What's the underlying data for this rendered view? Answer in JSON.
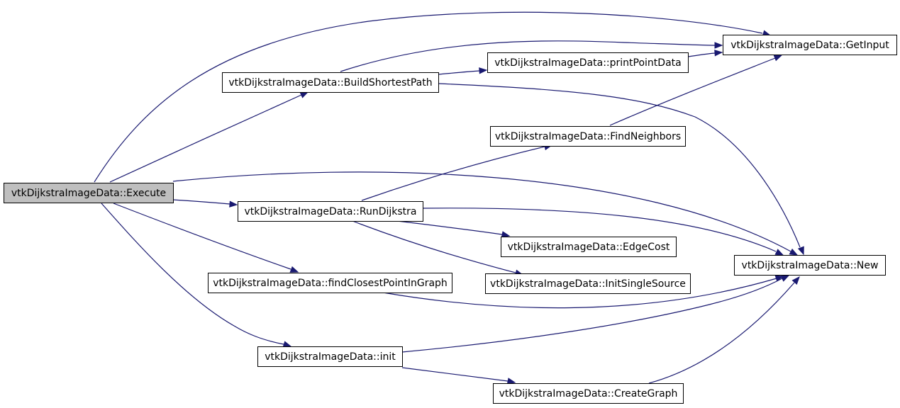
{
  "diagram": {
    "colors": {
      "edge": "#191970",
      "node_fill": "#ffffff",
      "root_fill": "#bfbfbf",
      "border": "#000000"
    },
    "nodes": [
      {
        "id": "execute",
        "label": "vtkDijkstraImageData::Execute",
        "root": true
      },
      {
        "id": "build",
        "label": "vtkDijkstraImageData::BuildShortestPath"
      },
      {
        "id": "print",
        "label": "vtkDijkstraImageData::printPointData"
      },
      {
        "id": "getinput",
        "label": "vtkDijkstraImageData::GetInput"
      },
      {
        "id": "findneighbors",
        "label": "vtkDijkstraImageData::FindNeighbors"
      },
      {
        "id": "rundijkstra",
        "label": "vtkDijkstraImageData::RunDijkstra"
      },
      {
        "id": "edgecost",
        "label": "vtkDijkstraImageData::EdgeCost"
      },
      {
        "id": "initsingle",
        "label": "vtkDijkstraImageData::InitSingleSource"
      },
      {
        "id": "new",
        "label": "vtkDijkstraImageData::New"
      },
      {
        "id": "findclosest",
        "label": "vtkDijkstraImageData::findClosestPointInGraph"
      },
      {
        "id": "init",
        "label": "vtkDijkstraImageData::init"
      },
      {
        "id": "creategraph",
        "label": "vtkDijkstraImageData::CreateGraph"
      }
    ],
    "edges": [
      {
        "from": "execute",
        "to": "getinput"
      },
      {
        "from": "execute",
        "to": "build"
      },
      {
        "from": "execute",
        "to": "new"
      },
      {
        "from": "execute",
        "to": "rundijkstra"
      },
      {
        "from": "execute",
        "to": "findclosest"
      },
      {
        "from": "execute",
        "to": "init"
      },
      {
        "from": "build",
        "to": "getinput"
      },
      {
        "from": "build",
        "to": "print"
      },
      {
        "from": "build",
        "to": "new"
      },
      {
        "from": "print",
        "to": "getinput"
      },
      {
        "from": "findneighbors",
        "to": "getinput"
      },
      {
        "from": "rundijkstra",
        "to": "findneighbors"
      },
      {
        "from": "rundijkstra",
        "to": "new"
      },
      {
        "from": "rundijkstra",
        "to": "edgecost"
      },
      {
        "from": "rundijkstra",
        "to": "initsingle"
      },
      {
        "from": "findclosest",
        "to": "new"
      },
      {
        "from": "init",
        "to": "new"
      },
      {
        "from": "init",
        "to": "creategraph"
      },
      {
        "from": "creategraph",
        "to": "new"
      }
    ]
  }
}
